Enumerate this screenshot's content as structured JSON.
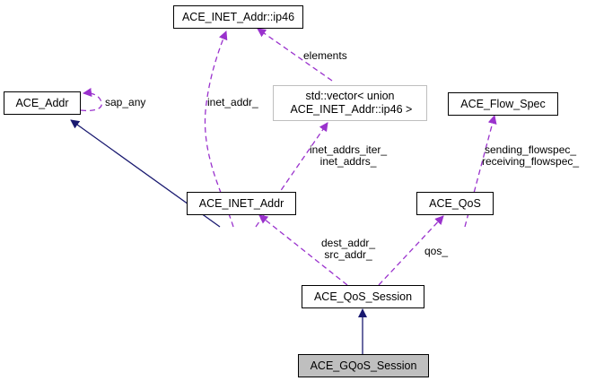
{
  "diagram": {
    "type": "collaboration-graph",
    "colors": {
      "inheritance_edge": "#191970",
      "usage_edge": "#9a32cd",
      "node_border": "#000000",
      "external_node_border": "#bfbfbf",
      "focus_node_fill": "#bfbfbf"
    },
    "nodes": {
      "ip46": {
        "label": "ACE_INET_Addr::ip46"
      },
      "ace_addr": {
        "label": "ACE_Addr"
      },
      "std_vector": {
        "label": "std::vector< union\n ACE_INET_Addr::ip46 >"
      },
      "flow_spec": {
        "label": "ACE_Flow_Spec"
      },
      "inet_addr": {
        "label": "ACE_INET_Addr"
      },
      "qos": {
        "label": "ACE_QoS"
      },
      "qos_session": {
        "label": "ACE_QoS_Session"
      },
      "gqos_session": {
        "label": "ACE_GQoS_Session"
      }
    },
    "edges": [
      {
        "from": "ace_addr",
        "to": "ace_addr",
        "kind": "usage",
        "label": "sap_any"
      },
      {
        "from": "inet_addr",
        "to": "ace_addr",
        "kind": "inheritance",
        "label": ""
      },
      {
        "from": "inet_addr",
        "to": "ip46",
        "kind": "usage",
        "label": "inet_addr_"
      },
      {
        "from": "std_vector",
        "to": "ip46",
        "kind": "usage",
        "label": "elements"
      },
      {
        "from": "inet_addr",
        "to": "std_vector",
        "kind": "usage",
        "label": "inet_addrs_iter_\ninet_addrs_"
      },
      {
        "from": "qos",
        "to": "flow_spec",
        "kind": "usage",
        "label": "sending_flowspec_\nreceiving_flowspec_"
      },
      {
        "from": "qos_session",
        "to": "inet_addr",
        "kind": "usage",
        "label": "dest_addr_\nsrc_addr_"
      },
      {
        "from": "qos_session",
        "to": "qos",
        "kind": "usage",
        "label": "qos_"
      },
      {
        "from": "gqos_session",
        "to": "qos_session",
        "kind": "inheritance",
        "label": ""
      }
    ]
  }
}
